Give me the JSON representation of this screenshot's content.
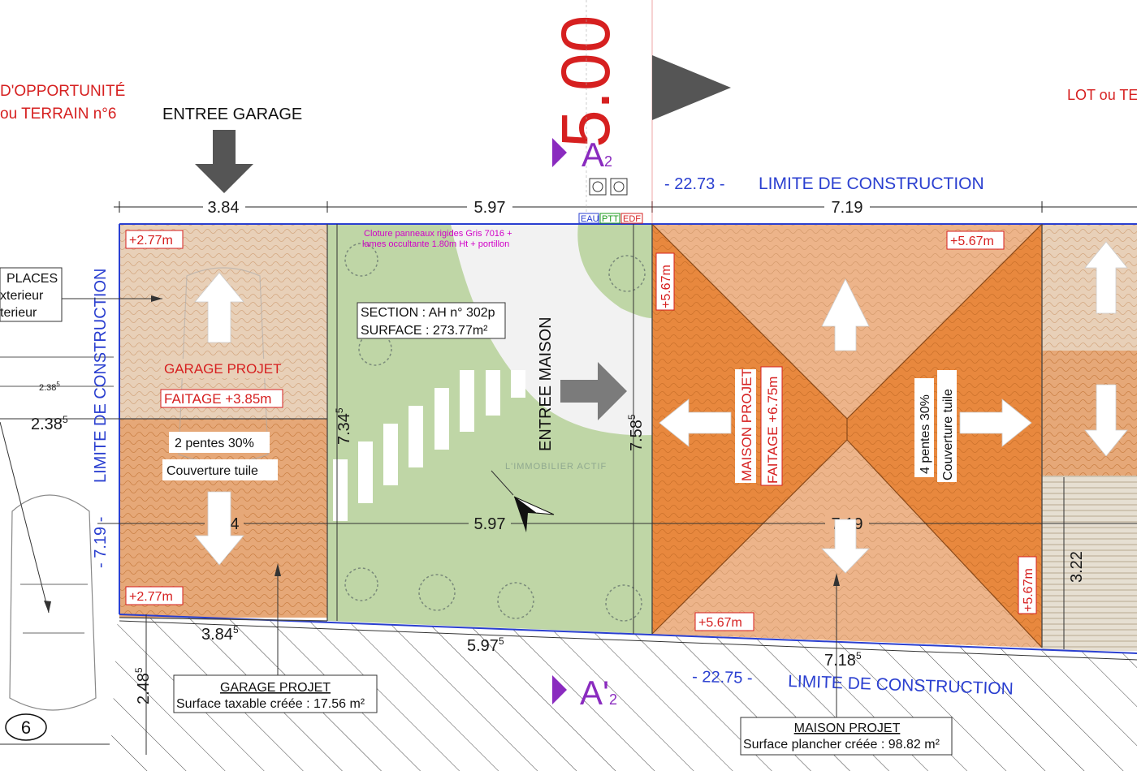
{
  "labels": {
    "opportunite_line1": "D'OPPORTUNITÉ",
    "opportunite_line2": "ou TERRAIN n°6",
    "lot_right": "LOT ou TE",
    "entree_garage": "ENTREE GARAGE",
    "big_dimension": "5.00",
    "section_a2": "A",
    "section_a2_sub": "2",
    "section_a2p": "A'",
    "section_a2p_sub": "2",
    "limite_top_num": "- 22.73 -",
    "limite_top": "LIMITE DE CONSTRUCTION",
    "limite_bottom_num": "- 22.75 -",
    "limite_bottom": "LIMITE DE CONSTRUCTION",
    "limite_left": "LIMITE DE CONSTRUCTION",
    "limite_left_num": "- 7.19 -",
    "net_eau": "EAU",
    "net_ptt": "PTT",
    "net_edf": "EDF",
    "cloture_line1": "Cloture panneaux rigides Gris 7016 +",
    "cloture_line2": "lames occultante 1.80m Ht + portillon",
    "section_label": "SECTION : AH n° 302p",
    "surface_label": "SURFACE : 273.77m²",
    "entree_maison": "ENTREE MAISON",
    "watermark": "L'IMMOBILIER ACTIF",
    "places_line1": "PLACES",
    "places_line2": "xterieur",
    "places_line3": "terieur",
    "garage_projet": "GARAGE PROJET",
    "garage_faitage": "FAITAGE +3.85m",
    "garage_pentes": "2 pentes 30%",
    "garage_couverture": "Couverture tuile",
    "maison_projet": "MAISON PROJET",
    "maison_faitage": "FAITAGE +6.75m",
    "maison_pentes": "4 pentes 30%",
    "maison_couverture": "Couverture tuile",
    "lot_number": "6",
    "garage_box_title": "GARAGE PROJET",
    "garage_box_text": "Surface taxable créée : 17.56 m²",
    "maison_box_title": "MAISON PROJET",
    "maison_box_text": "Surface plancher créée : 98.82 m²"
  },
  "heights": {
    "garage_tl": "+2.77m",
    "garage_bl": "+2.77m",
    "maison_tr": "+5.67m",
    "maison_tl": "+5.67m",
    "maison_br": "+5.67m",
    "maison_bl": "+5.67m"
  },
  "dimensions": {
    "top_garage": "3.84",
    "top_jardin": "5.97",
    "top_maison": "7.19",
    "mid_garage": "3.84",
    "mid_jardin": "5.97",
    "mid_maison": "7.19",
    "bot_garage": "3.84",
    "bot_garage_sup": "5",
    "bot_jardin": "5.97",
    "bot_jardin_sup": "5",
    "bot_maison": "7.18",
    "bot_maison_sup": "5",
    "vert_jardin_left": "7.34",
    "vert_jardin_left_sup": "5",
    "vert_jardin_right": "7.58",
    "vert_jardin_right_sup": "5",
    "left_small": "2.38",
    "left_small_sup": "5",
    "left_big": "2.38",
    "left_big_sup": "5",
    "left_bottom": "2.48",
    "left_bottom_sup": "5",
    "right_side": "3.22"
  },
  "colors": {
    "garage_light": "#e8d0b8",
    "garage_dark": "#e6a878",
    "maison_orange": "#e8883e",
    "maison_light": "#edb48a",
    "jardin_green": "#bfd6a6",
    "red": "#d62020",
    "blue": "#2a3fd0",
    "purple": "#8a2bbf",
    "magenta": "#d100c8"
  }
}
